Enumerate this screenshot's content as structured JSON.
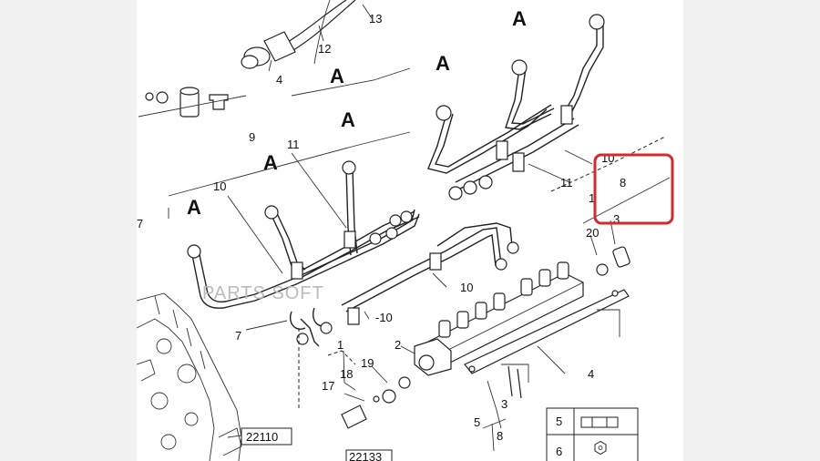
{
  "diagram": {
    "callouts": {
      "c13": "13",
      "c12": "12",
      "c4_top": "4",
      "c9": "9",
      "c11_left": "11",
      "c10_left": "10",
      "c7_left": "7",
      "c7": "7",
      "c10_mid": "10",
      "c10_lower": "-10",
      "c1": "1",
      "c2": "2",
      "c19": "19",
      "c18": "18",
      "c17": "17",
      "c3": "3",
      "c4_bottom": "4",
      "c5": "5",
      "c8": "8",
      "c11_right": "11",
      "c10_right": "10",
      "c8_highlighted": "8",
      "c20": "20",
      "c1_right": "1",
      "c3_right": "3",
      "c22110": "22110",
      "c22133": "22133"
    },
    "letters": {
      "a1": "A",
      "a2": "A",
      "a3": "A",
      "a4": "A",
      "a5": "A",
      "a6": "A"
    },
    "watermark": "PARTS SOFT",
    "legend": {
      "row1_number": "5",
      "row2_number": "6"
    },
    "highlight_color": "#d42a2a"
  }
}
